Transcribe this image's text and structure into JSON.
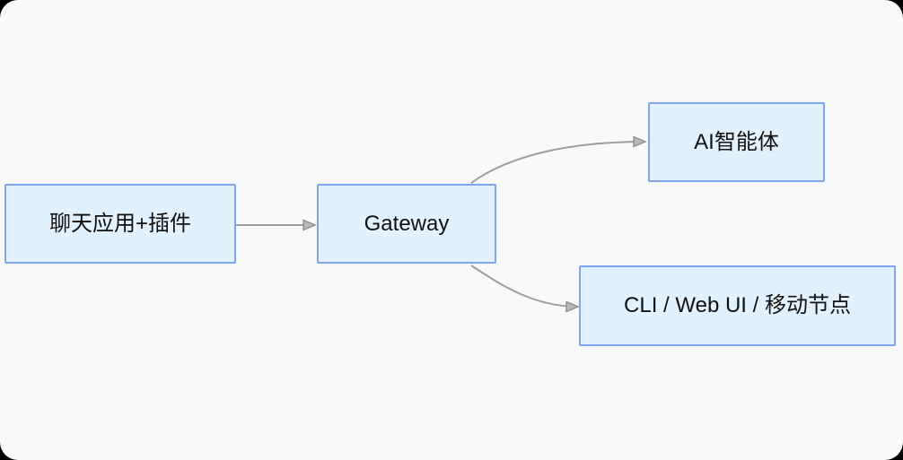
{
  "diagram": {
    "type": "flowchart",
    "direction": "left-to-right",
    "nodes": [
      {
        "id": "chat-plugin",
        "label": "聊天应用+插件"
      },
      {
        "id": "gateway",
        "label": "Gateway"
      },
      {
        "id": "ai-agent",
        "label": "AI智能体"
      },
      {
        "id": "clients",
        "label": "CLI / Web UI / 移动节点"
      }
    ],
    "edges": [
      {
        "from": "chat-plugin",
        "to": "gateway"
      },
      {
        "from": "gateway",
        "to": "ai-agent"
      },
      {
        "from": "gateway",
        "to": "clients"
      }
    ],
    "colors": {
      "canvas_background": "#f8f9fb",
      "node_fill": "#e1f1fd",
      "node_border": "#7ea6f0",
      "edge_line": "#9e9e9e",
      "arrowhead_fill": "#b8b8b8",
      "arrowhead_stroke": "#8f8f8f",
      "text": "#111111"
    }
  }
}
